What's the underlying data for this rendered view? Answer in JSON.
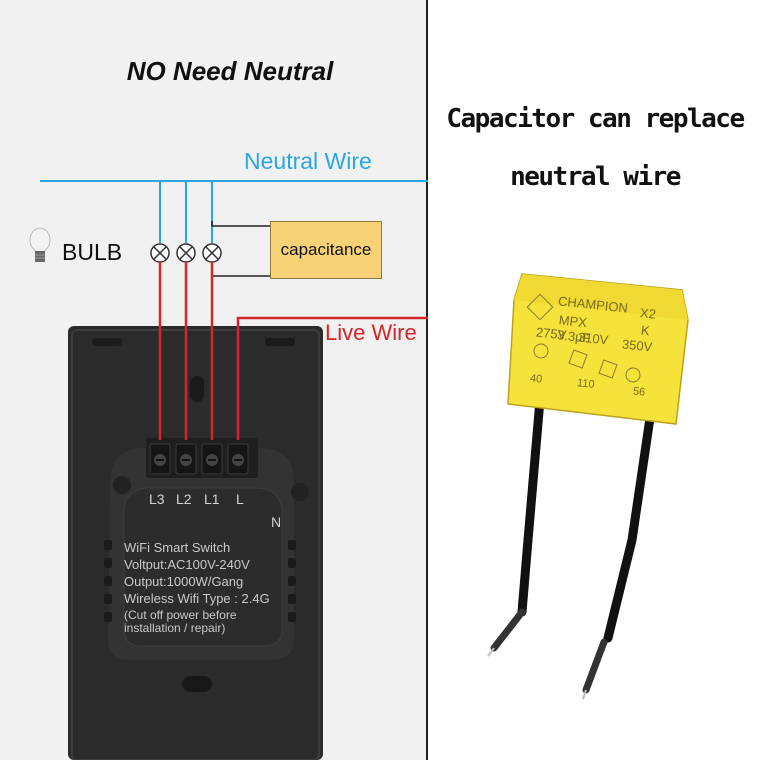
{
  "title": "NO Need Neutral",
  "neutral_wire_label": "Neutral Wire",
  "live_wire_label": "Live Wire",
  "bulb_label": "BULB",
  "capacitance_label": "capacitance",
  "right_title_line1": "Capacitor can replace",
  "right_title_line2": "neutral wire",
  "switch_specs": [
    "WiFi Smart Switch",
    "Voltput:AC100V-240V",
    "Output:1000W/Gang",
    "Wireless Wifi Type : 2.4G",
    "(Cut off power before",
    "installation / repair)"
  ],
  "terminals": [
    "L3",
    "L2",
    "L1",
    "L"
  ],
  "neutral_terminal": "N",
  "capacitor": {
    "brand": "CHAMPION",
    "class": "X2",
    "model": "MPX 3.3µF",
    "tolerance": "K",
    "voltages": [
      "275V",
      "310V",
      "350V"
    ],
    "codes": [
      "40",
      "110",
      "56"
    ]
  },
  "colors": {
    "neutral_wire": "#2aa7df",
    "live_wire": "#d1262b",
    "capacitor_box": "#f8d276",
    "capacitor_body": "#f5e23a",
    "switch_body": "#2b2b2b"
  },
  "icons": {
    "bulb": "light-bulb-icon",
    "lamp": "lamp-symbol-icon"
  }
}
